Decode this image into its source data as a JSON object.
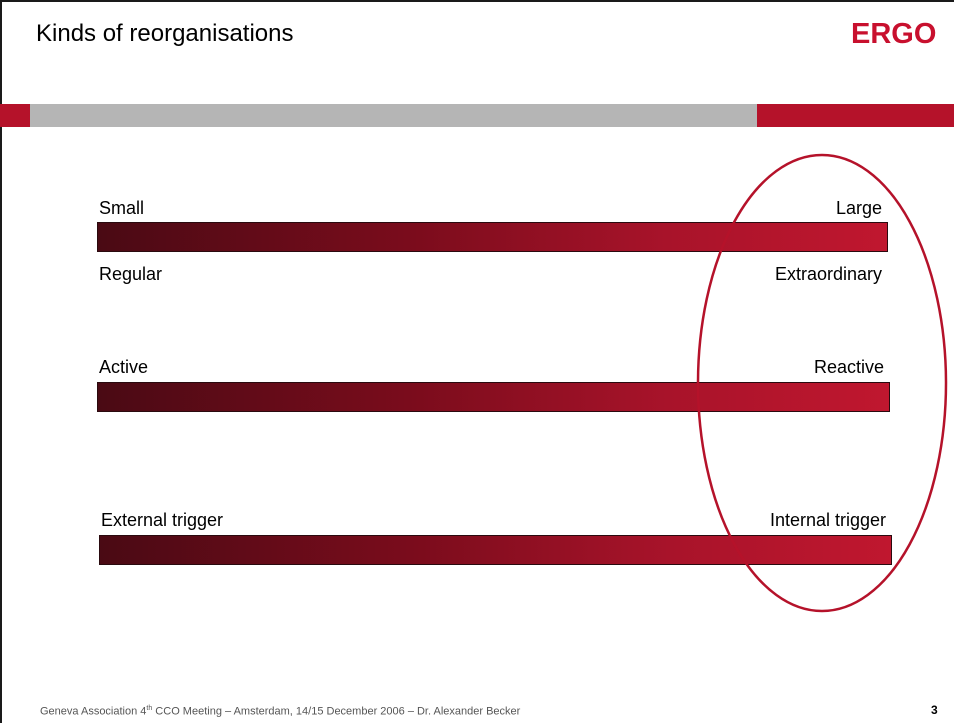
{
  "slide": {
    "title": "Kinds of reorganisations",
    "logo_text": "ERGO",
    "brand_color": "#c8102e",
    "band_gray": "#b5b5b5",
    "scales": [
      {
        "left_top": "Small",
        "right_top": "Large",
        "left_bottom": "Regular",
        "right_bottom": "Extraordinary"
      },
      {
        "left_top": "Active",
        "right_top": "Reactive"
      },
      {
        "left_top": "External trigger",
        "right_top": "Internal trigger"
      }
    ],
    "highlight": "ellipse-right-side",
    "footer": {
      "pre": "Geneva Association 4",
      "sup": "th",
      "post": " CCO Meeting – Amsterdam, 14/15 December 2006 – Dr. Alexander Becker",
      "page_number": "3"
    }
  }
}
